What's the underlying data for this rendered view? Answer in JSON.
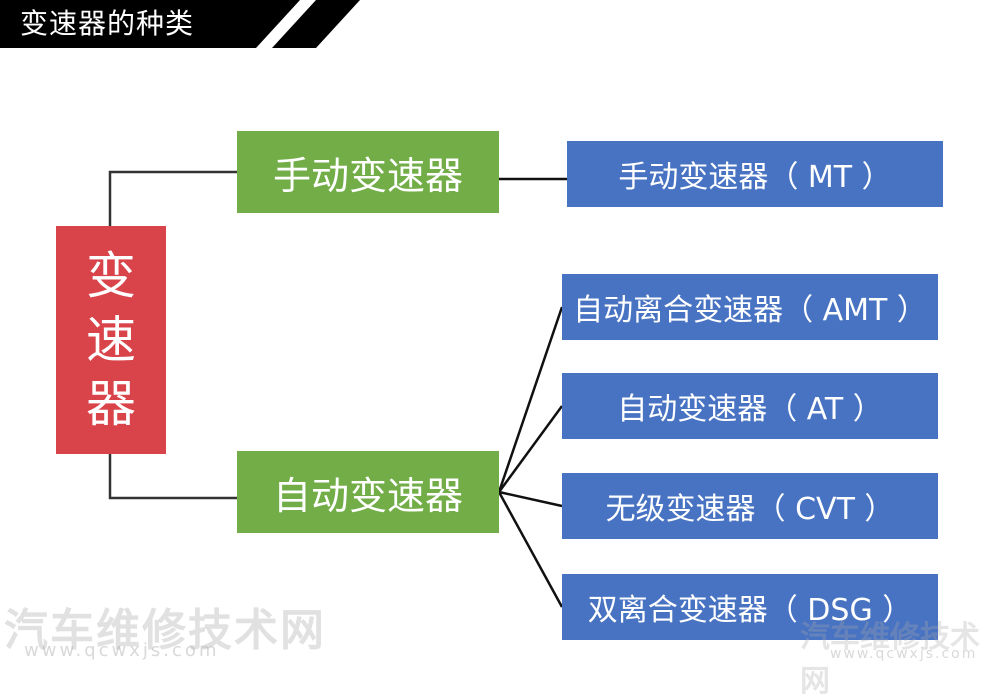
{
  "header": {
    "title": "变速器的种类"
  },
  "root": {
    "label": "变速器"
  },
  "manual": {
    "label": "手动变速器",
    "children": [
      {
        "label": "手动变速器（ MT ）"
      }
    ]
  },
  "automatic": {
    "label": "自动变速器",
    "children": [
      {
        "label": "自动离合变速器（ AMT ）"
      },
      {
        "label": "自动变速器（ AT ）"
      },
      {
        "label": "无级变速器（ CVT ）"
      },
      {
        "label": "双离合变速器（ DSG ）"
      }
    ]
  },
  "watermark": {
    "left_text": "汽车维修技术网",
    "left_url": "www.qcwxjs.com",
    "right_text": "汽车维修技术网",
    "right_url": "www.qcwxjs.com"
  },
  "colors": {
    "root": "#d9444b",
    "branch": "#72ad47",
    "leaf": "#4873c2",
    "title_bar": "#000000"
  }
}
